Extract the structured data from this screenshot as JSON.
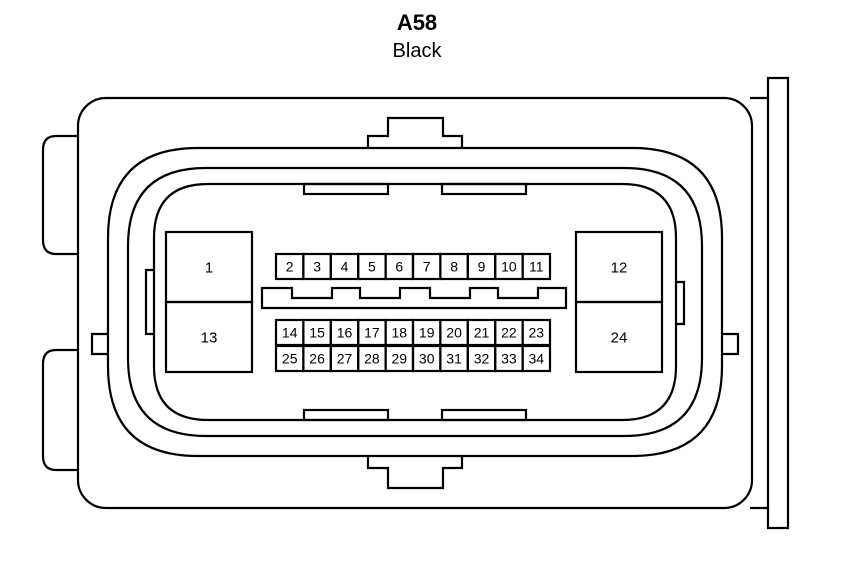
{
  "connector": {
    "id": "A58",
    "color": "Black"
  },
  "pins": {
    "big": [
      {
        "label": "1"
      },
      {
        "label": "13"
      },
      {
        "label": "12"
      },
      {
        "label": "24"
      }
    ],
    "row_top": [
      "2",
      "3",
      "4",
      "5",
      "6",
      "7",
      "8",
      "9",
      "10",
      "11"
    ],
    "row_mid": [
      "14",
      "15",
      "16",
      "17",
      "18",
      "19",
      "20",
      "21",
      "22",
      "23"
    ],
    "row_bot": [
      "25",
      "26",
      "27",
      "28",
      "29",
      "30",
      "31",
      "32",
      "33",
      "34"
    ]
  }
}
